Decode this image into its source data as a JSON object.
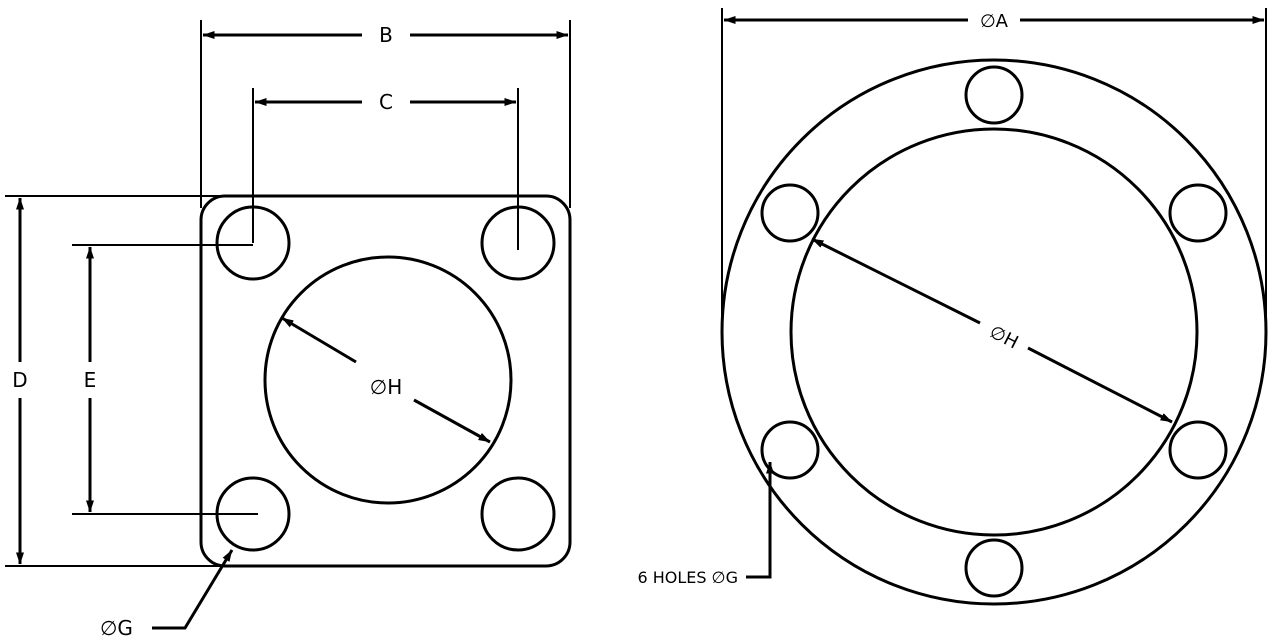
{
  "diagram": {
    "square_flange": {
      "labels": {
        "B": "B",
        "C": "C",
        "D": "D",
        "E": "E",
        "H": "∅H",
        "G": "∅G"
      }
    },
    "round_flange": {
      "labels": {
        "A": "∅A",
        "H": "∅H",
        "holes": "6 HOLES ∅G"
      }
    }
  }
}
